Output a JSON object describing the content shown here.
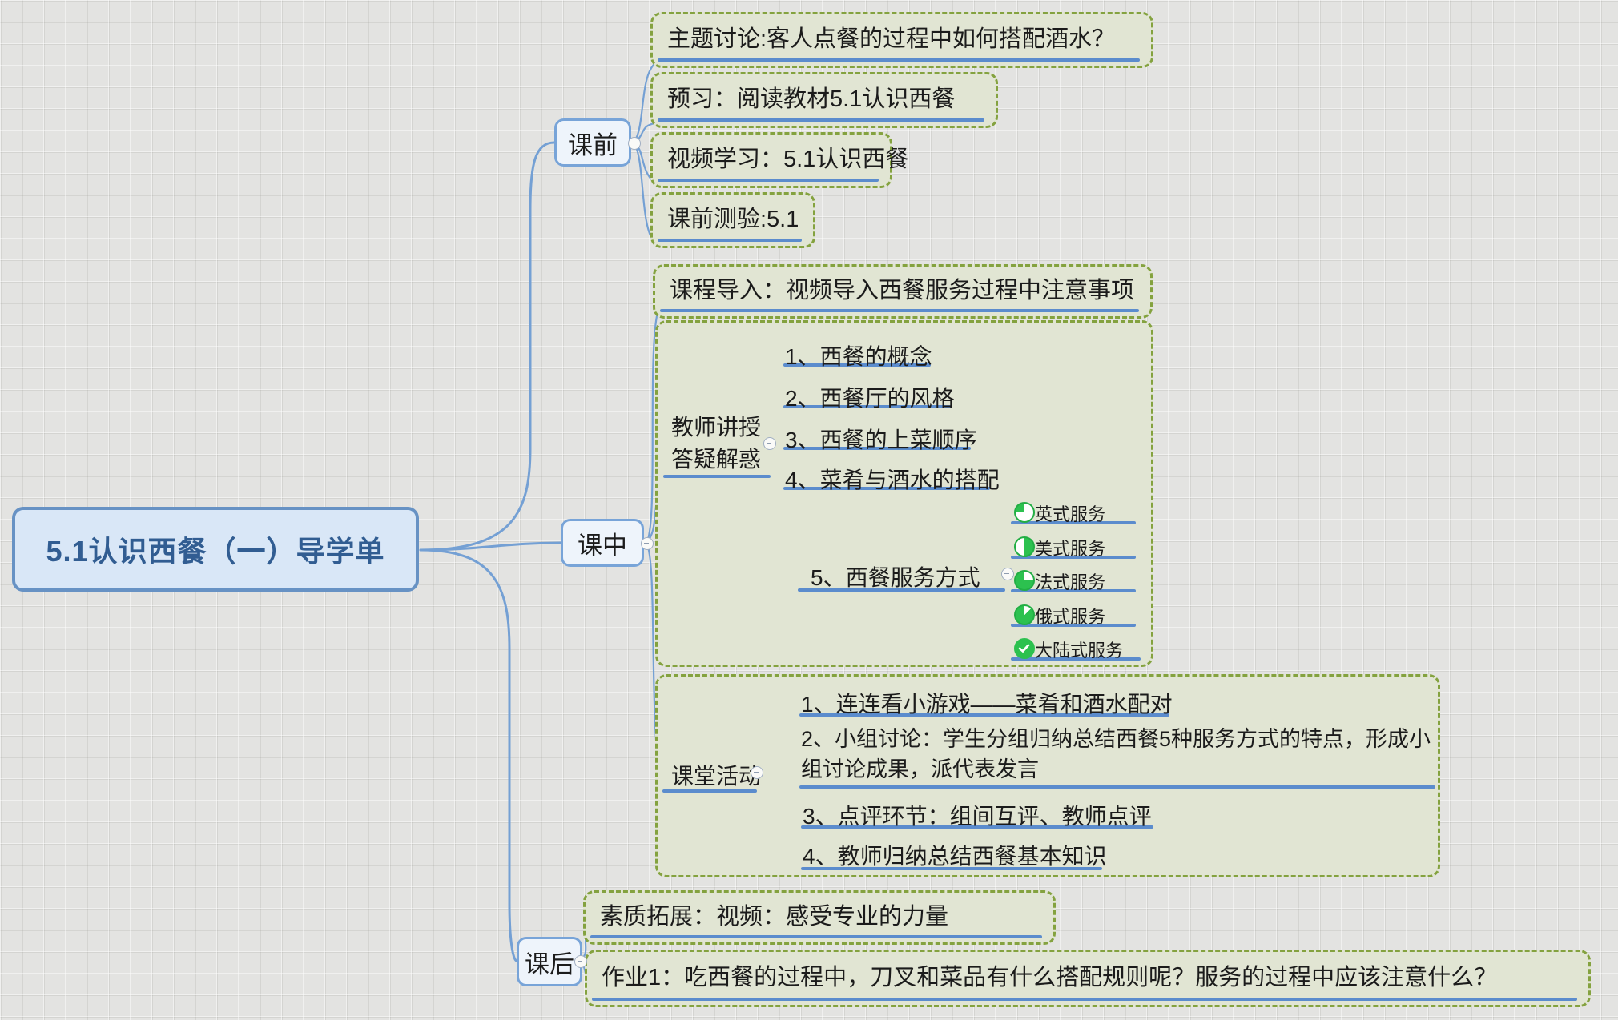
{
  "colors": {
    "accent": "#5b8ccd",
    "connector": "#74a0d4",
    "root_fill": "#d9e7f7",
    "root_border": "#6792c4",
    "root_text": "#315d92",
    "branch_fill": "#eef4fb",
    "branch_border": "#78a4d8",
    "topic_fill": "#e1e5d3",
    "topic_border": "#84a23f",
    "task_green": "#2cc14f",
    "task_green_dark": "#22ae44"
  },
  "root": {
    "label": "5.1认识西餐（一）导学单"
  },
  "branches": {
    "pre": {
      "label": "课前",
      "items": [
        "主题讨论:客人点餐的过程中如何搭配酒水？",
        "预习：阅读教材5.1认识西餐",
        "视频学习：5.1认识西餐",
        "课前测验:5.1"
      ]
    },
    "mid": {
      "label": "课中",
      "intro": "课程导入：视频导入西餐服务过程中注意事项",
      "teach": {
        "label": [
          "教师讲授",
          "答疑解惑"
        ],
        "items": [
          "1、西餐的概念",
          "2、西餐厅的风格",
          "3、西餐的上菜顺序",
          "4、菜肴与酒水的搭配",
          "5、西餐服务方式"
        ],
        "services": [
          {
            "icon": "task-progress-quarter",
            "name": "英式服务"
          },
          {
            "icon": "task-progress-half",
            "name": "美式服务"
          },
          {
            "icon": "task-progress-three-quarter",
            "name": "法式服务"
          },
          {
            "icon": "task-progress-seven-eighth",
            "name": "俄式服务"
          },
          {
            "icon": "task-progress-done",
            "name": "大陆式服务"
          }
        ]
      },
      "activity": {
        "label": "课堂活动",
        "items": [
          "1、连连看小游戏——菜肴和酒水配对",
          "2、小组讨论：学生分组归纳总结西餐5种服务方式的特点，形成小组讨论成果，派代表发言",
          "3、点评环节：组间互评、教师点评",
          "4、教师归纳总结西餐基本知识"
        ]
      }
    },
    "post": {
      "label": "课后",
      "items": [
        "素质拓展：视频：感受专业的力量",
        "作业1：吃西餐的过程中，刀叉和菜品有什么搭配规则呢？服务的过程中应该注意什么？"
      ]
    }
  }
}
